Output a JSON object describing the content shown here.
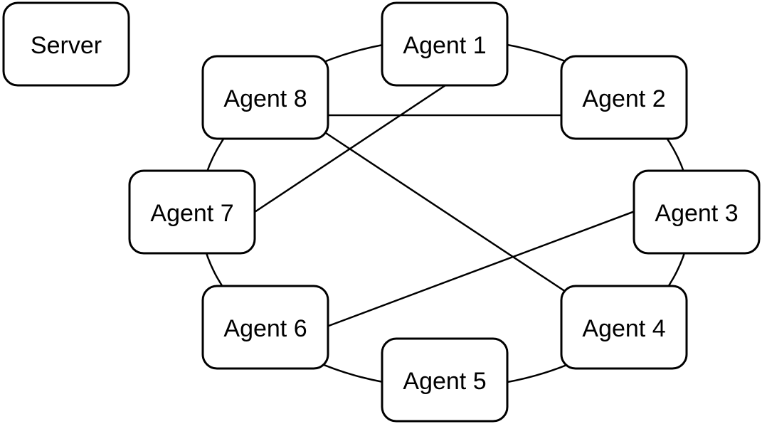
{
  "nodes": {
    "server": "Server",
    "agent1": "Agent 1",
    "agent2": "Agent 2",
    "agent3": "Agent 3",
    "agent4": "Agent 4",
    "agent5": "Agent 5",
    "agent6": "Agent 6",
    "agent7": "Agent 7",
    "agent8": "Agent 8"
  },
  "edges": [
    [
      "agent1",
      "agent2"
    ],
    [
      "agent2",
      "agent3"
    ],
    [
      "agent3",
      "agent4"
    ],
    [
      "agent4",
      "agent5"
    ],
    [
      "agent5",
      "agent6"
    ],
    [
      "agent6",
      "agent7"
    ],
    [
      "agent7",
      "agent8"
    ],
    [
      "agent8",
      "agent1"
    ],
    [
      "agent8",
      "agent2"
    ],
    [
      "agent1",
      "agent7"
    ],
    [
      "agent8",
      "agent4"
    ],
    [
      "agent3",
      "agent6"
    ]
  ],
  "colors": {
    "stroke": "#000000",
    "fill": "#ffffff"
  }
}
